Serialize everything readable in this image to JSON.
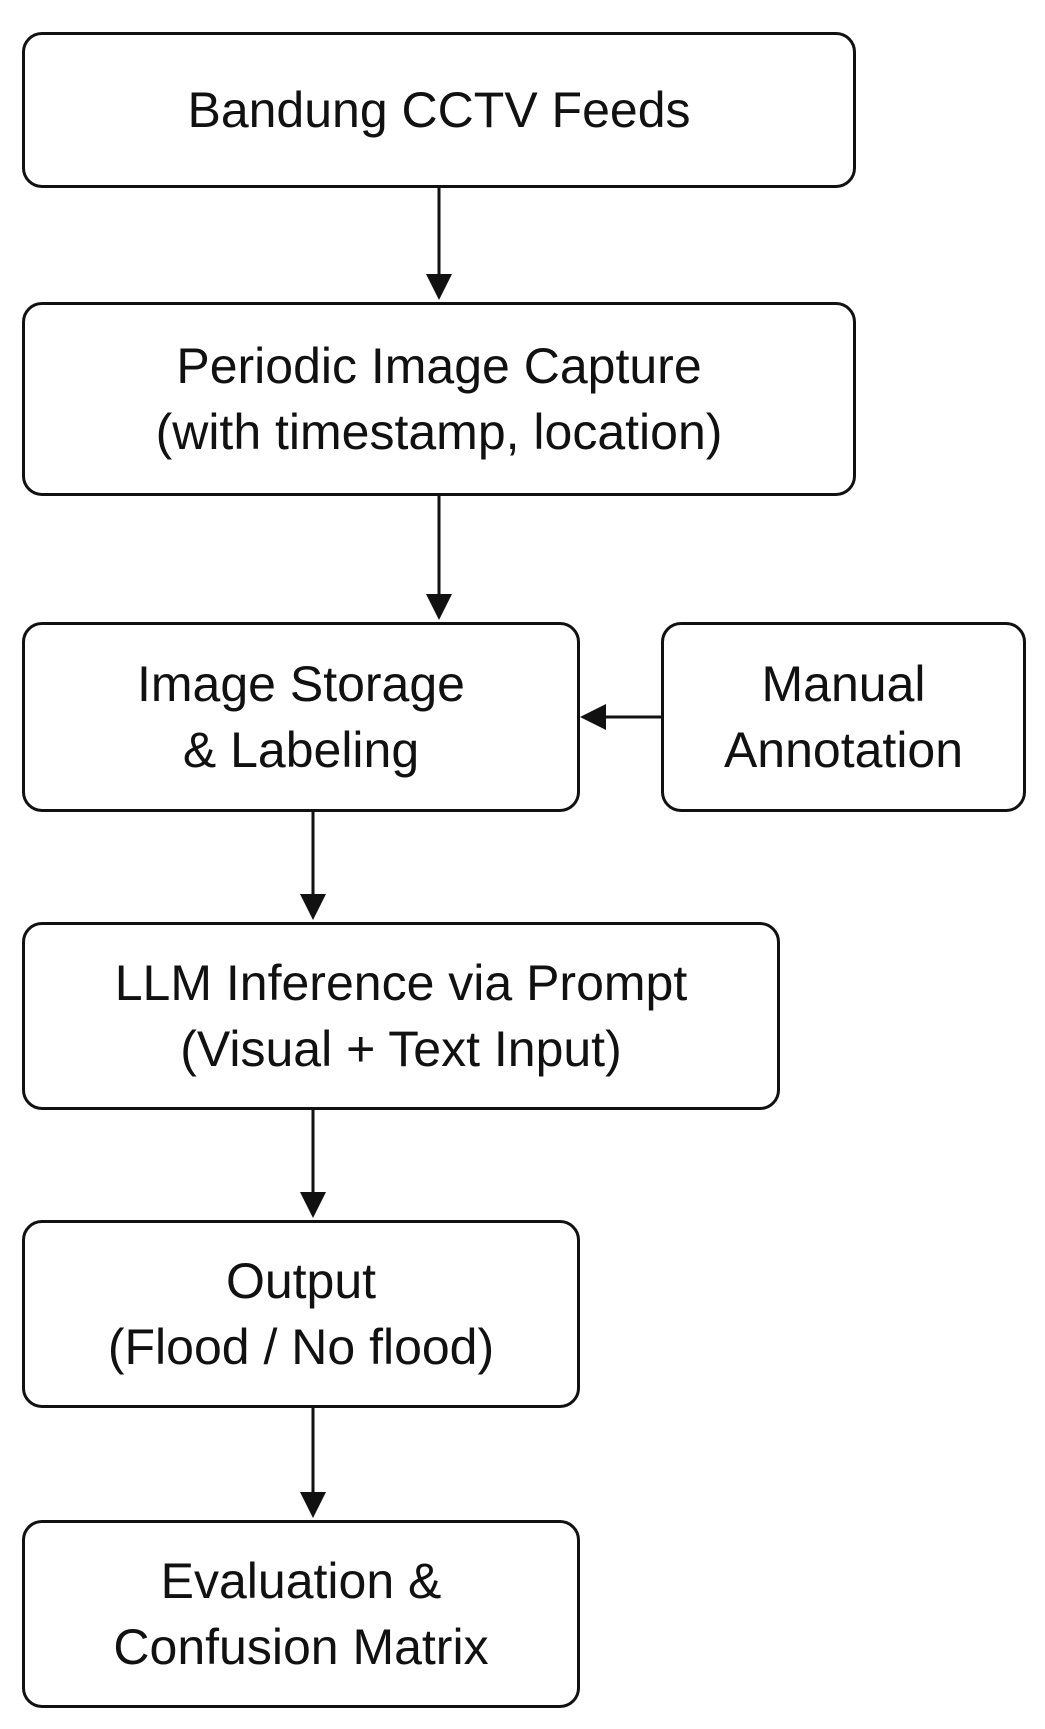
{
  "diagram": {
    "nodes": {
      "cctv_feeds": {
        "lines": [
          "Bandung CCTV Feeds"
        ]
      },
      "image_capture": {
        "lines": [
          "Periodic Image Capture",
          "(with timestamp, location)"
        ]
      },
      "storage_labeling": {
        "lines": [
          "Image Storage",
          "& Labeling"
        ]
      },
      "manual_annotation": {
        "lines": [
          "Manual",
          "Annotation"
        ]
      },
      "llm_inference": {
        "lines": [
          "LLM Inference via Prompt",
          "(Visual + Text Input)"
        ]
      },
      "output": {
        "lines": [
          "Output",
          "(Flood / No flood)"
        ]
      },
      "evaluation": {
        "lines": [
          "Evaluation &",
          "Confusion Matrix"
        ]
      }
    },
    "edges": [
      {
        "from": "cctv_feeds",
        "to": "image_capture"
      },
      {
        "from": "image_capture",
        "to": "storage_labeling"
      },
      {
        "from": "manual_annotation",
        "to": "storage_labeling"
      },
      {
        "from": "storage_labeling",
        "to": "llm_inference"
      },
      {
        "from": "llm_inference",
        "to": "output"
      },
      {
        "from": "output",
        "to": "evaluation"
      }
    ],
    "colors": {
      "stroke": "#111111",
      "fill": "#ffffff",
      "text": "#111111"
    }
  }
}
